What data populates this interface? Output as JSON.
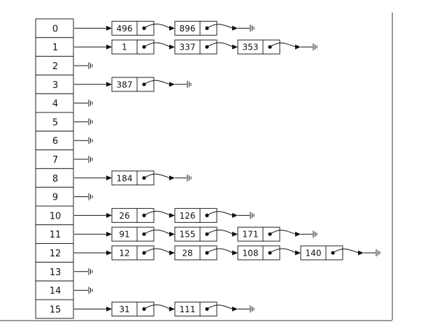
{
  "diagram": {
    "buckets": [
      {
        "index": "0",
        "chain": [
          "496",
          "896"
        ]
      },
      {
        "index": "1",
        "chain": [
          "1",
          "337",
          "353"
        ]
      },
      {
        "index": "2",
        "chain": []
      },
      {
        "index": "3",
        "chain": [
          "387"
        ]
      },
      {
        "index": "4",
        "chain": []
      },
      {
        "index": "5",
        "chain": []
      },
      {
        "index": "6",
        "chain": []
      },
      {
        "index": "7",
        "chain": []
      },
      {
        "index": "8",
        "chain": [
          "184"
        ]
      },
      {
        "index": "9",
        "chain": []
      },
      {
        "index": "10",
        "chain": [
          "26",
          "126"
        ]
      },
      {
        "index": "11",
        "chain": [
          "91",
          "155",
          "171"
        ]
      },
      {
        "index": "12",
        "chain": [
          "12",
          "28",
          "108",
          "140"
        ]
      },
      {
        "index": "13",
        "chain": []
      },
      {
        "index": "14",
        "chain": []
      },
      {
        "index": "15",
        "chain": [
          "31",
          "111"
        ]
      }
    ],
    "colors": {
      "box_stroke": "#222222",
      "line": "#111111",
      "background": "#ffffff"
    },
    "icons": {
      "null_terminator": "ground-symbol-icon",
      "pointer_dot": "pointer-dot-icon",
      "arrowhead": "arrowhead-icon"
    }
  }
}
